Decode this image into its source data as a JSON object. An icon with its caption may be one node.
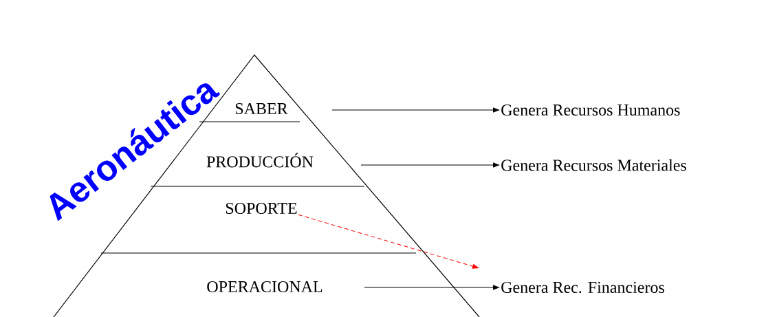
{
  "diagram": {
    "title": "Aeronáutica",
    "nodes": [
      {
        "text": [
          "SABER"
        ]
      },
      {
        "text": [
          "PRODUCCIÓN"
        ]
      },
      {
        "text": [
          "SOPORTE"
        ]
      },
      {
        "text": [
          "OPERACIONAL"
        ]
      },
      {
        "text": [
          "Genera Recursos Humanos"
        ]
      },
      {
        "text": [
          "Genera Recursos Materiales"
        ]
      },
      {
        "text": [
          "Genera Rec. Financieros"
        ]
      }
    ],
    "edges": [
      {
        "from": 0,
        "to": 4,
        "arrow": "to"
      },
      {
        "from": 1,
        "to": 5,
        "arrow": "to"
      },
      {
        "from": 2,
        "to": null,
        "arrow": "to",
        "style": "dashed",
        "color": "#ff0000"
      },
      {
        "from": 3,
        "to": 6,
        "arrow": "to"
      }
    ]
  }
}
